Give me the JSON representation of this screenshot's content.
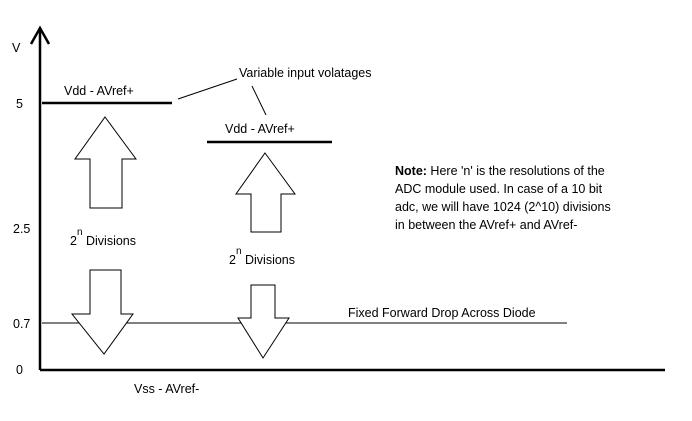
{
  "axis": {
    "y_label": "V",
    "ticks": [
      "5",
      "2.5",
      "0.7",
      "0"
    ]
  },
  "labels": {
    "vdd_left": "Vdd - AVref+",
    "vdd_right": "Vdd - AVref+",
    "variable_inputs": "Variable input volatages",
    "divisions_left_base": "2",
    "divisions_left_exp": "n",
    "divisions_left_text": " Divisions",
    "divisions_right_base": "2",
    "divisions_right_exp": "n",
    "divisions_right_text": " Divisions",
    "diode_drop": "Fixed Forward Drop Across Diode",
    "vss": "Vss - AVref-"
  },
  "note": {
    "bold": "Note:",
    "line1": " Here 'n' is the resolutions of the",
    "line2": "ADC module used. In case of a 10 bit",
    "line3": "adc, we will have 1024 (2^10) divisions",
    "line4": "in between the AVref+ and AVref-"
  }
}
